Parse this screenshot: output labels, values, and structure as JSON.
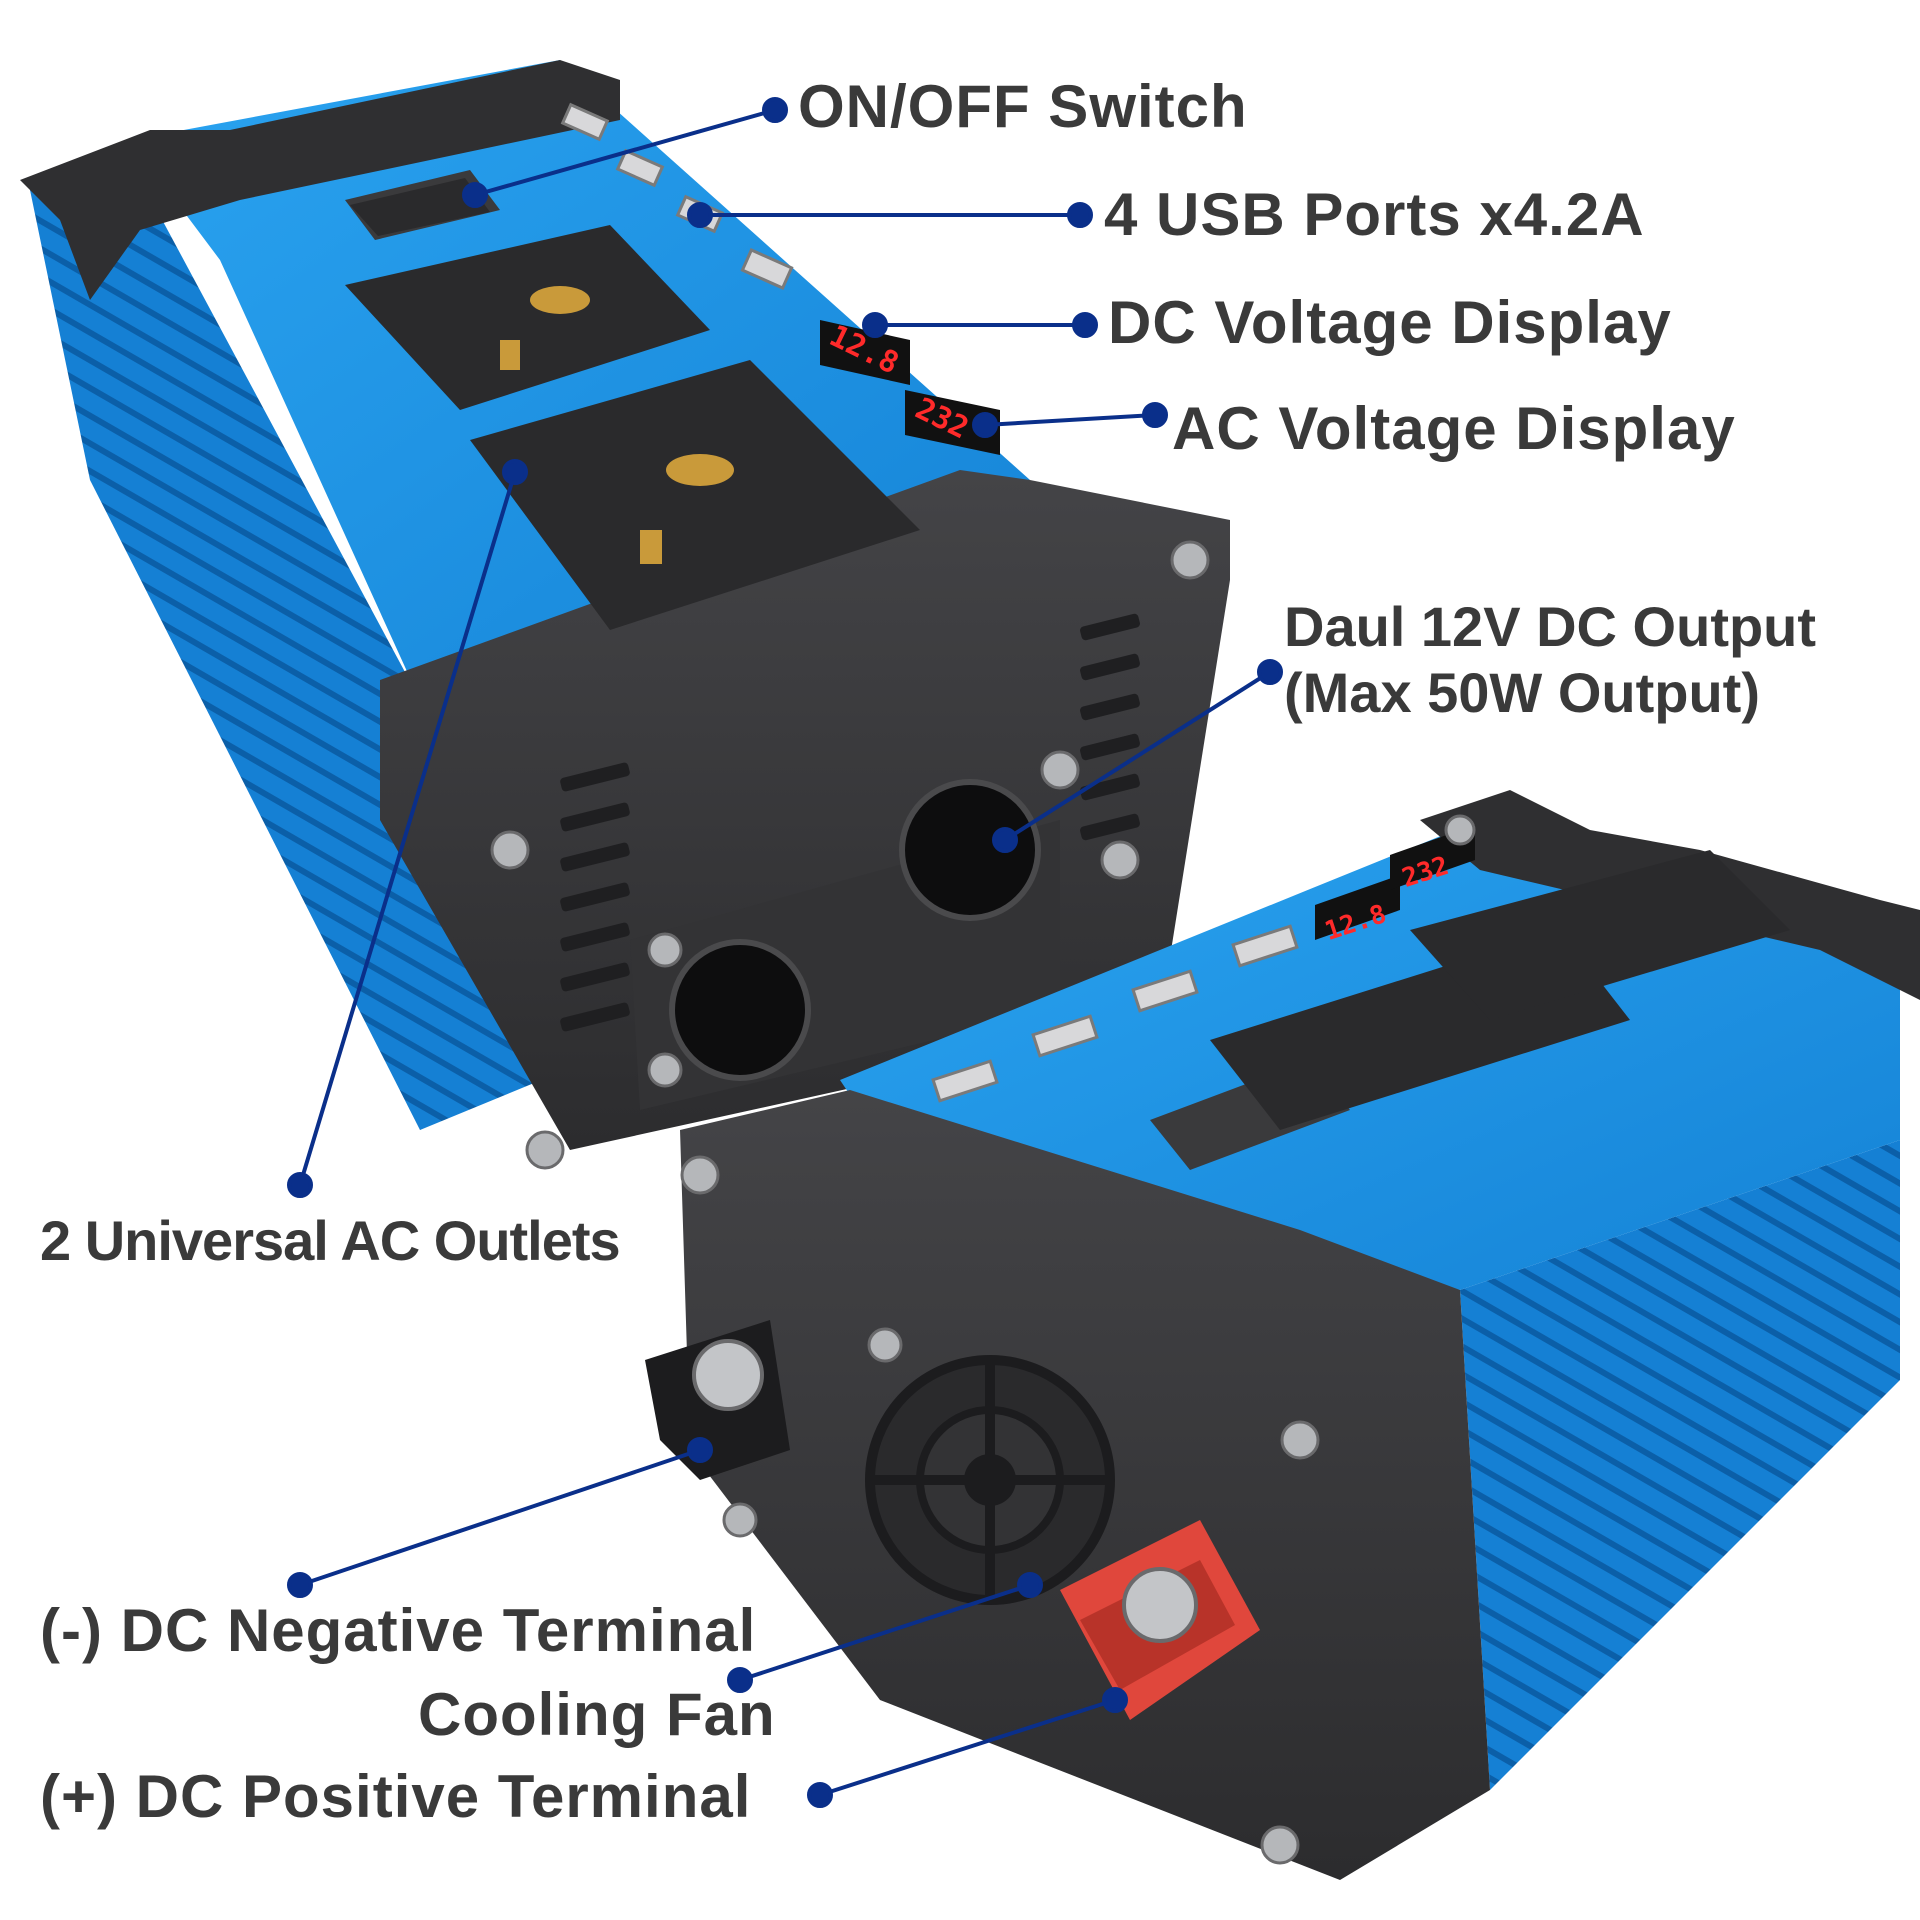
{
  "labels": {
    "on_off_switch": "ON/OFF Switch",
    "usb_ports": "4 USB Ports x4.2A",
    "dc_voltage_display": "DC Voltage Display",
    "ac_voltage_display": "AC Voltage Display",
    "dual_dc_output_line1": "Daul 12V DC Output",
    "dual_dc_output_line2": "(Max 50W Output)",
    "ac_outlets": "2 Universal AC Outlets",
    "dc_negative_terminal": "(-) DC Negative Terminal",
    "cooling_fan": "Cooling Fan",
    "dc_positive_terminal": "(+) DC Positive Terminal"
  },
  "displays": {
    "dc_reading": "12.8",
    "ac_reading": "232"
  },
  "colors": {
    "housing_blue": "#1e8fe0",
    "housing_blue_dark": "#0b5fa8",
    "endcap": "#3a3a3c",
    "endcap_dark": "#262628",
    "callout": "#0a2f8a",
    "label_text": "#3a3a3a",
    "positive_cap": "#e0473c",
    "led_red": "#ff2a2a"
  }
}
